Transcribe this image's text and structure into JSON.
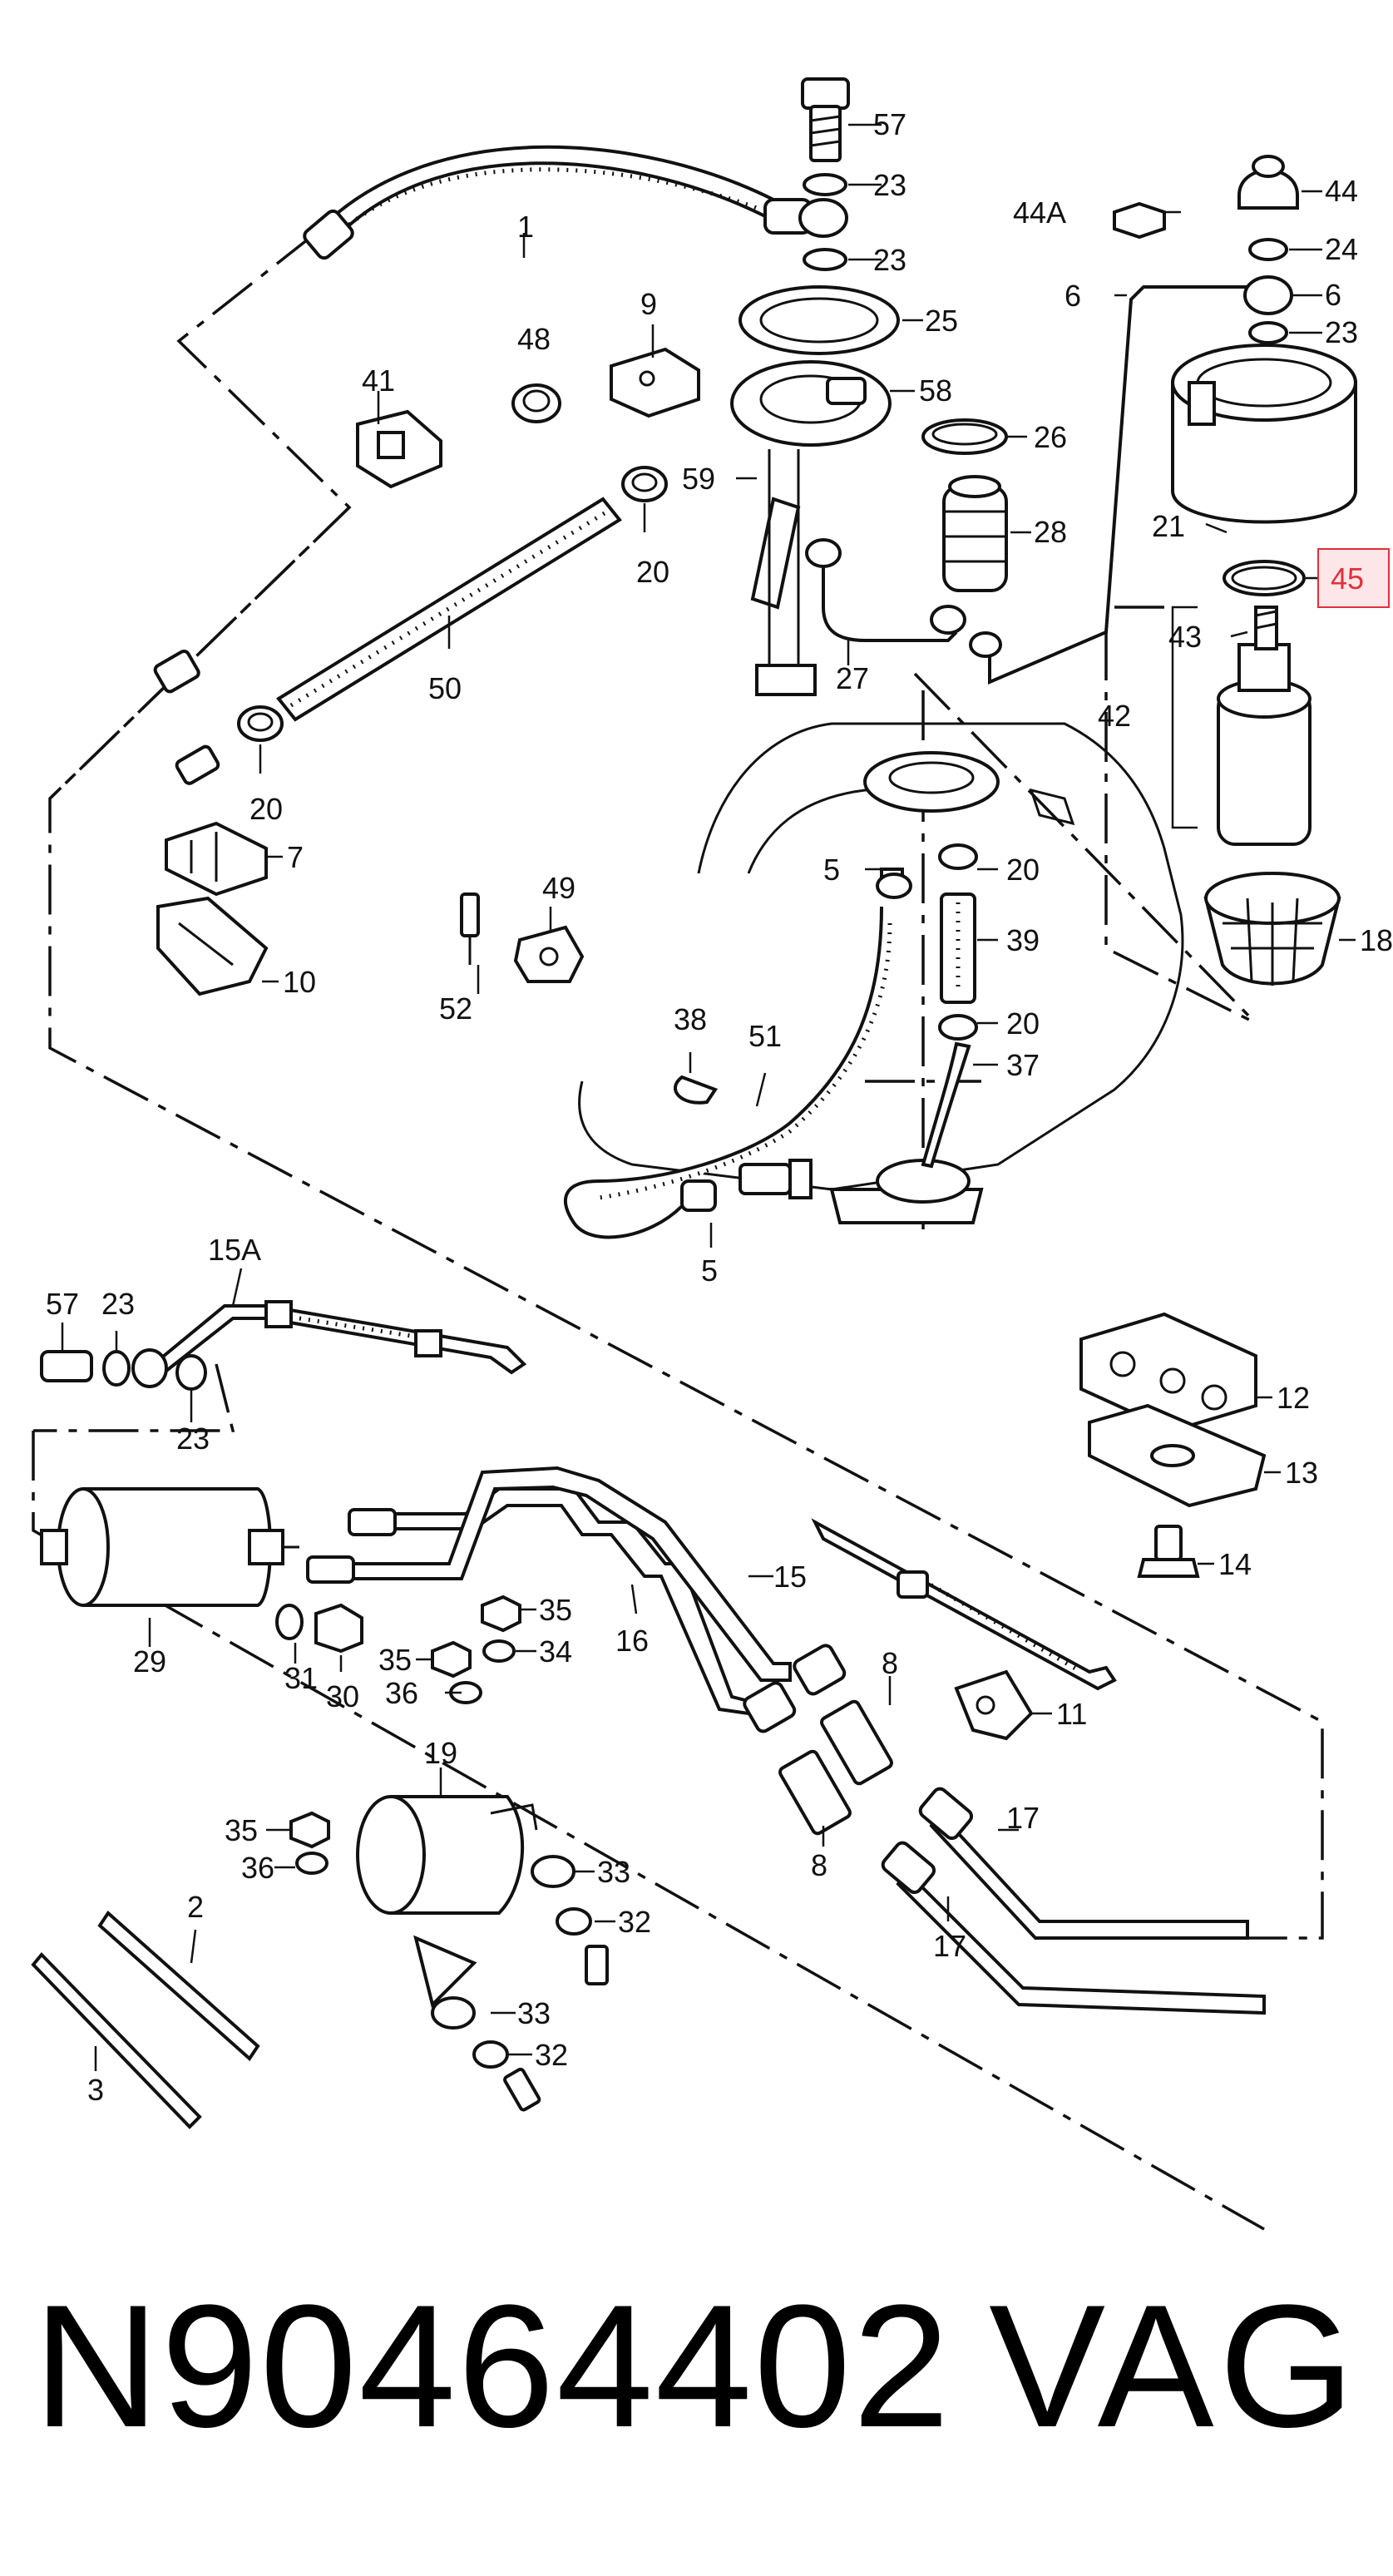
{
  "callouts": {
    "c1": "1",
    "c2": "2",
    "c3": "3",
    "c5a": "5",
    "c5b": "5",
    "c6a": "6",
    "c6b": "6",
    "c7": "7",
    "c8a": "8",
    "c8b": "8",
    "c9": "9",
    "c10": "10",
    "c11": "11",
    "c12": "12",
    "c13": "13",
    "c14": "14",
    "c15": "15",
    "c15a": "15A",
    "c16": "16",
    "c17a": "17",
    "c17b": "17",
    "c18": "18",
    "c19": "19",
    "c20a": "20",
    "c20b": "20",
    "c20c": "20",
    "c20d": "20",
    "c21": "21",
    "c23a": "23",
    "c23b": "23",
    "c23c": "23",
    "c23d": "23",
    "c23e": "23",
    "c24": "24",
    "c25": "25",
    "c26": "26",
    "c27": "27",
    "c28": "28",
    "c29": "29",
    "c30": "30",
    "c31": "31",
    "c32a": "32",
    "c32b": "32",
    "c33a": "33",
    "c33b": "33",
    "c34": "34",
    "c35a": "35",
    "c35b": "35",
    "c35c": "35",
    "c36a": "36",
    "c36b": "36",
    "c37": "37",
    "c38": "38",
    "c39": "39",
    "c41": "41",
    "c42": "42",
    "c43": "43",
    "c44": "44",
    "c44a": "44A",
    "c45": "45",
    "c48": "48",
    "c49": "49",
    "c50": "50",
    "c51": "51",
    "c52": "52",
    "c57a": "57",
    "c57b": "57",
    "c58": "58",
    "c59": "59"
  },
  "highlight": {
    "label": "45",
    "color": "#e0303a",
    "fill": "#fde6e8"
  },
  "footer": {
    "part_number": "N90464402",
    "brand": "VAG"
  }
}
